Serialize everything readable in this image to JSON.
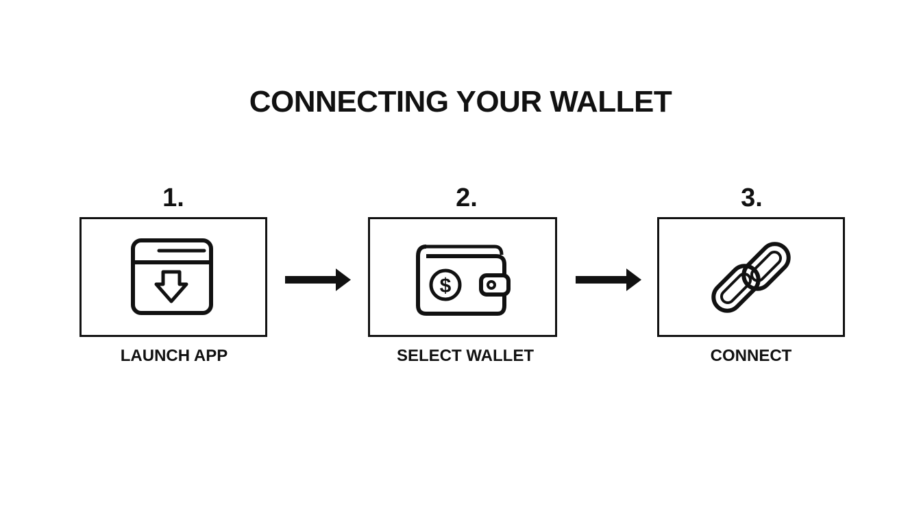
{
  "title": "CONNECTING YOUR WALLET",
  "steps": [
    {
      "number": "1.",
      "label": "LAUNCH APP",
      "icon": "download-app-icon"
    },
    {
      "number": "2.",
      "label": "SELECT WALLET",
      "icon": "wallet-icon"
    },
    {
      "number": "3.",
      "label": "CONNECT",
      "icon": "chain-link-icon"
    }
  ],
  "colors": {
    "stroke": "#111111",
    "background": "#ffffff"
  }
}
